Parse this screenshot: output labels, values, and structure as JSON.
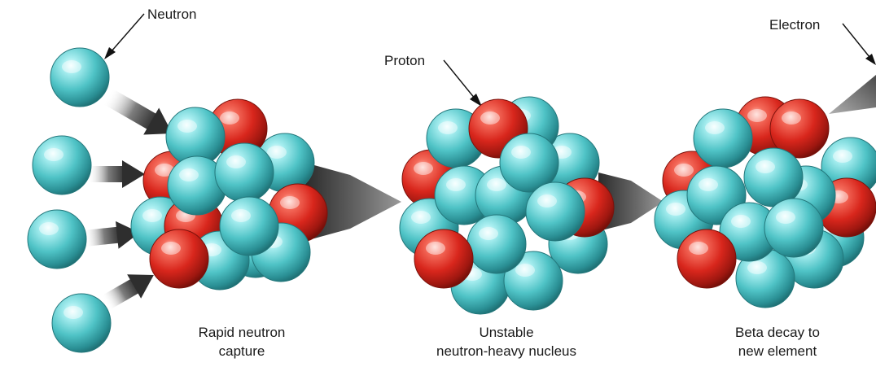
{
  "labels": {
    "neutron": "Neutron",
    "proton": "Proton",
    "electron": "Electron"
  },
  "captions": [
    {
      "line1": "Rapid neutron",
      "line2": "capture"
    },
    {
      "line1": "Unstable",
      "line2": "neutron-heavy nucleus"
    },
    {
      "line1": "Beta decay to",
      "line2": "new element"
    }
  ],
  "colors": {
    "neutron": "#4fc3c6",
    "proton": "#d8261c",
    "arrow": "#3c3c3c"
  },
  "icons": {
    "neutron": "teal-sphere",
    "proton": "red-sphere",
    "arrow": "gray-gradient-arrow"
  }
}
